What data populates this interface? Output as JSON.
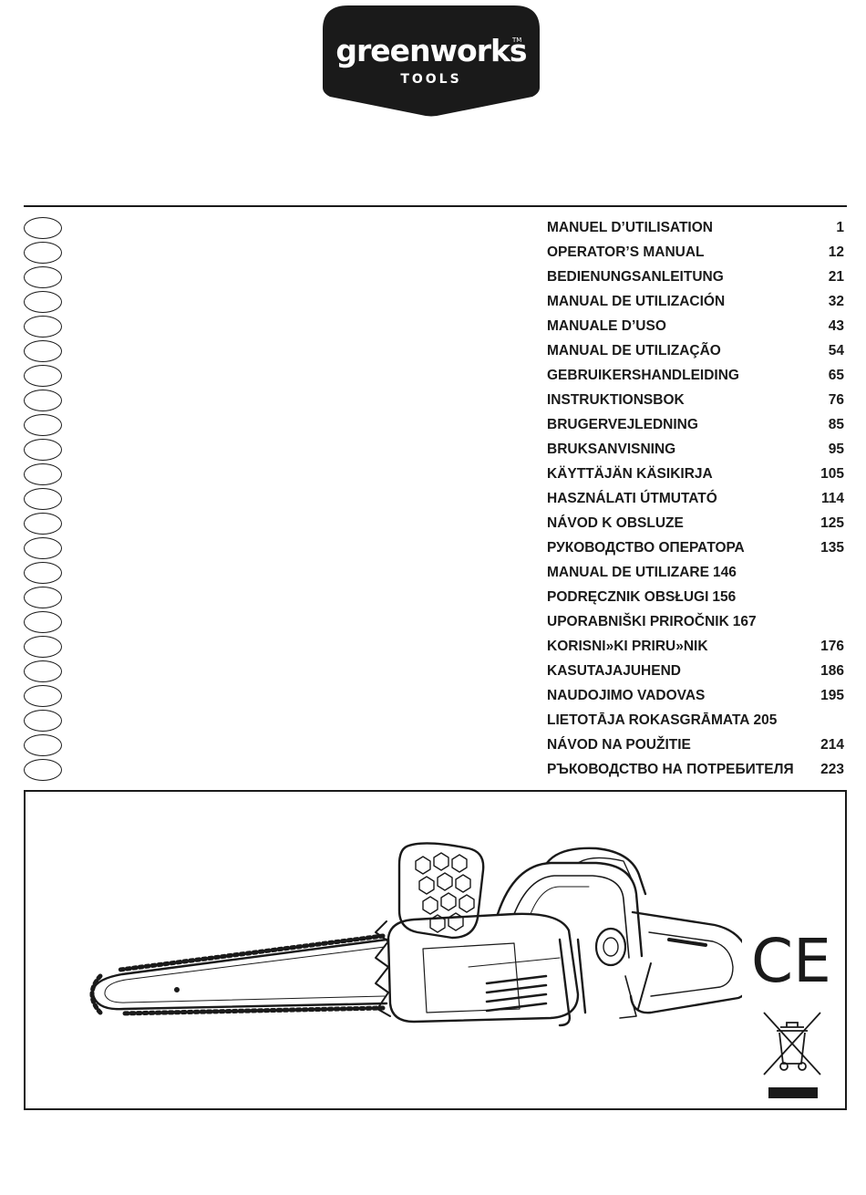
{
  "brand": {
    "name": "greenworks",
    "tagline": "TOOLS",
    "trademark": "TM"
  },
  "manuals": [
    {
      "title": "MANUEL D’UTILISATION",
      "page": "1"
    },
    {
      "title": "OPERATOR’S MANUAL",
      "page": "12"
    },
    {
      "title": "BEDIENUNGSANLEITUNG",
      "page": "21"
    },
    {
      "title": "MANUAL DE UTILIZACIÓN",
      "page": "32"
    },
    {
      "title": "MANUALE D’USO",
      "page": "43"
    },
    {
      "title": "MANUAL DE UTILIZAÇÃO",
      "page": "54"
    },
    {
      "title": "GEBRUIKERSHANDLEIDING",
      "page": "65"
    },
    {
      "title": "INSTRUKTIONSBOK",
      "page": "76"
    },
    {
      "title": "BRUGERVEJLEDNING",
      "page": "85"
    },
    {
      "title": "BRUKSANVISNING",
      "page": "95"
    },
    {
      "title": "KÄYTTÄJÄN KÄSIKIRJA",
      "page": "105"
    },
    {
      "title": "HASZNÁLATI ÚTMUTATÓ",
      "page": "114"
    },
    {
      "title": "NÁVOD K OBSLUZE",
      "page": "125"
    },
    {
      "title": "РУКОВОДСТВО  ОПЕРАТОРА",
      "page": "135"
    },
    {
      "title": "MANUAL DE UTILIZARE",
      "page": "146"
    },
    {
      "title": "PODRĘCZNIK OBSŁUGI",
      "page": "156"
    },
    {
      "title": "UPORABNIŠKI PRIROČNIK",
      "page": "167"
    },
    {
      "title": "KORISNI»KI PRIRU»NIK",
      "page": "176"
    },
    {
      "title": "KASUTAJAJUHEND",
      "page": "186"
    },
    {
      "title": "NAUDOJIMO VADOVAS",
      "page": "195"
    },
    {
      "title": "LIETOTĀJA ROKASGRĀMATA",
      "page": "205"
    },
    {
      "title": "NÁVOD NA POUŽITIE",
      "page": "214"
    },
    {
      "title": "РЪКОВОДСТВО НА ПОТРЕБИТЕЛЯ",
      "page": "223"
    }
  ],
  "certification": {
    "ce_label": "CE"
  },
  "icons": {
    "logo": "greenworks-logo",
    "product": "chainsaw-illustration",
    "ce": "ce-mark-icon",
    "weee": "crossed-out-wheelie-bin-icon"
  },
  "colors": {
    "logo_background": "#1a1a1a",
    "ink": "#1a1a1a",
    "paper": "#ffffff"
  }
}
